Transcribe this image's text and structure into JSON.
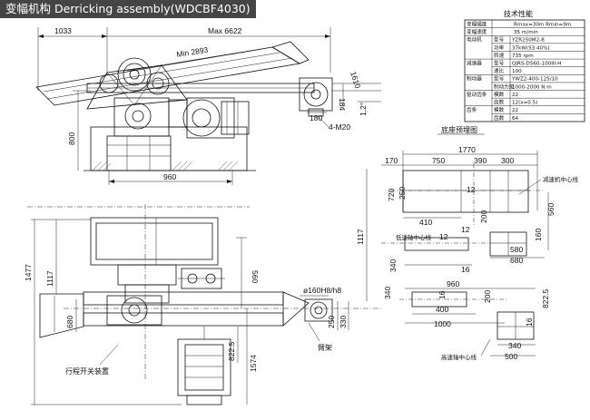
{
  "title": "变幅机构 Derricking assembly(WDCBF4030)",
  "dims_top": {
    "d1033": "1033",
    "max": "Max 6622",
    "min": "Min 2893",
    "d800": "800",
    "d960": "960",
    "d1610": "1610",
    "d184": "184",
    "d180": "180",
    "bolt": "4-M20",
    "angle": "1.2°"
  },
  "dims_bottom": {
    "d1477": "1477",
    "d1117": "1117",
    "d560": "560",
    "d680": "680",
    "shaft": "ø160H8/h8",
    "d250": "250",
    "d330": "330",
    "d8225": "822.5",
    "d1574": "1574",
    "arm_label": "臂架",
    "travel_switch": "行程开关装置"
  },
  "spec_table": {
    "title": "技术性能",
    "rows": [
      [
        "变幅幅度",
        "",
        "Rmax=30m  Rmin=9m"
      ],
      [
        "变幅速度",
        "",
        "35 m/min"
      ],
      [
        "电动机",
        "型号",
        "YZR250M2-8"
      ],
      [
        "",
        "功率",
        "37kW(S3 40%)"
      ],
      [
        "",
        "转速",
        "735 rpm"
      ],
      [
        "减速器",
        "型号",
        "QJRS-D560-100III-H"
      ],
      [
        "",
        "速比",
        "100"
      ],
      [
        "制动器",
        "型号",
        "YWZ2-400-125/10"
      ],
      [
        "",
        "制动力矩",
        "1000-2000 N·m"
      ],
      [
        "驱动齿条",
        "模数",
        "22"
      ],
      [
        "",
        "齿数",
        "12(x=0.5)"
      ],
      [
        "齿条",
        "模数",
        "22"
      ],
      [
        "",
        "齿数",
        "64"
      ]
    ]
  },
  "base_plan": {
    "title": "底座预埋图",
    "d1770": "1770",
    "d170": "170",
    "d750": "750",
    "d390": "390",
    "d300": "300",
    "d720": "720",
    "d250": "250",
    "d410": "410",
    "d12a": "12",
    "d12b": "12",
    "d12c": "12",
    "d200a": "200",
    "d560": "560",
    "d1117": "1117",
    "d580": "580",
    "d680": "680",
    "d160": "160",
    "d340a": "340",
    "d16a": "16",
    "d16b": "16",
    "d960": "960",
    "d340b": "340",
    "d200b": "200",
    "d8225": "822.5",
    "d1000": "1000",
    "d400": "400",
    "d16c": "16",
    "d340c": "340",
    "d500": "500",
    "reducer_center": "减速机中心线",
    "low_shaft": "低速轴中心线",
    "high_shaft": "高速轴中心线"
  }
}
